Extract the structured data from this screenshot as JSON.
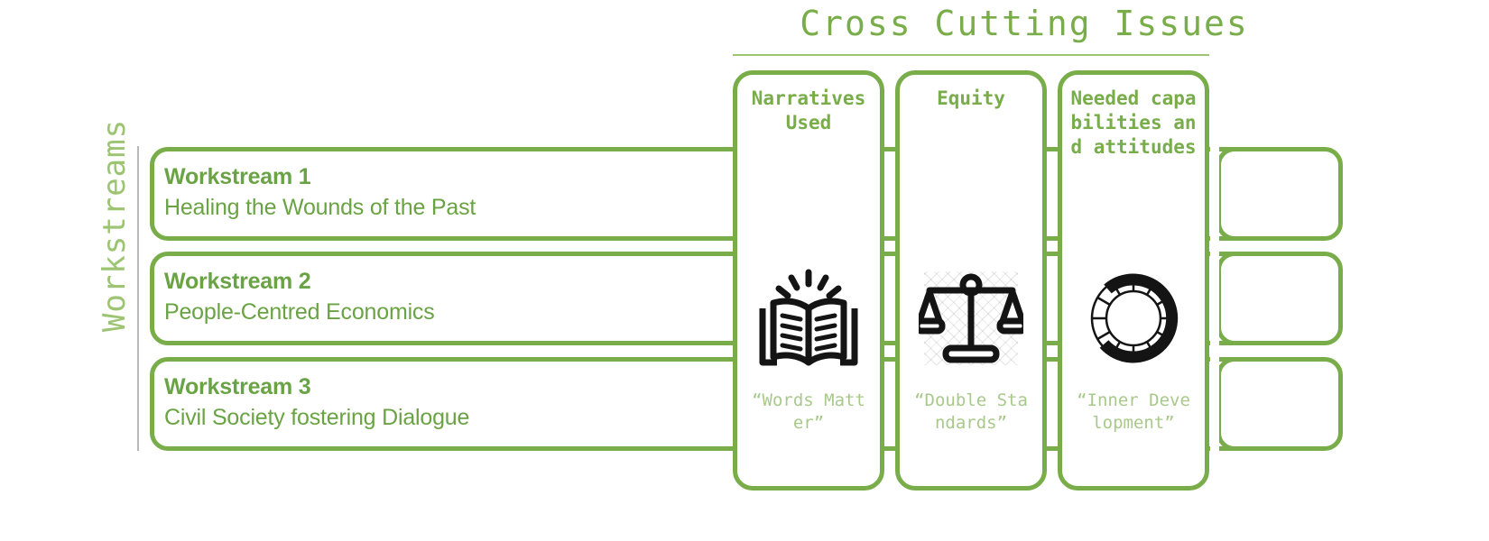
{
  "header": {
    "title": "Cross Cutting Issues"
  },
  "sidebar": {
    "axis_label": "Workstreams"
  },
  "workstreams": [
    {
      "title": "Workstream 1",
      "subtitle": "Healing the Wounds of the Past"
    },
    {
      "title": "Workstream 2",
      "subtitle": "People-Centred Economics"
    },
    {
      "title": "Workstream 3",
      "subtitle": "Civil Society fostering Dialogue"
    }
  ],
  "cross_cutting_issues": [
    {
      "heading": "Narratives Used",
      "icon": "open-book-icon",
      "quote": "“Words Matter”"
    },
    {
      "heading": "Equity",
      "icon": "balance-scale-icon",
      "quote": "“Double Standards”"
    },
    {
      "heading": "Needed capabilities and attitudes",
      "icon": "segmented-donut-icon",
      "quote": "“Inner Development”"
    }
  ],
  "colors": {
    "green_primary": "#79ad4a",
    "green_text": "#6aa344",
    "green_light": "#9cc472",
    "green_pale": "#a9c98c",
    "icon_black": "#141414",
    "axis_grey": "#b9b9b9"
  }
}
